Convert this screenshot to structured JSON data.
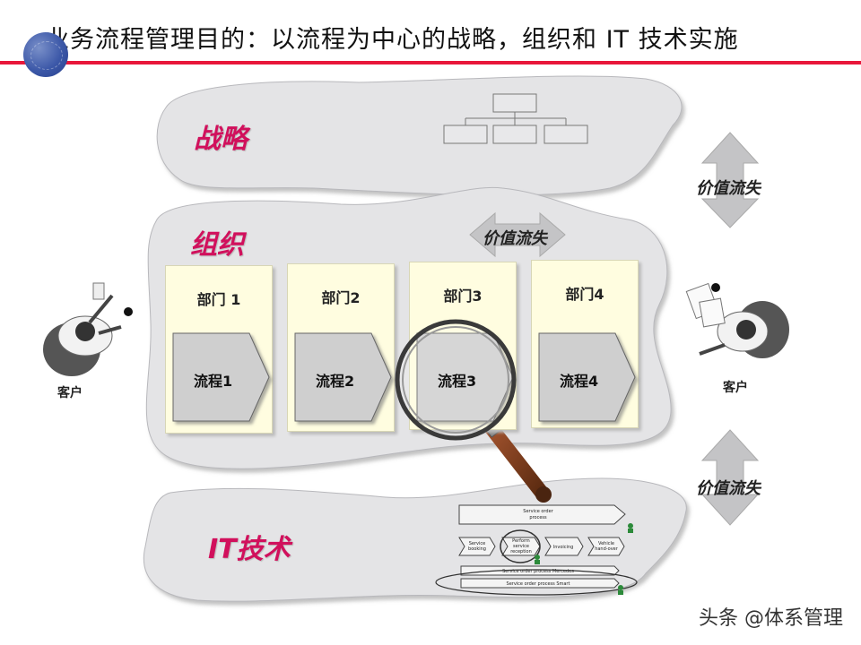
{
  "title": "业务流程管理目的：以流程为中心的战略，组织和 IT 技术实施",
  "layers": {
    "strategy": "战略",
    "organization": "组织",
    "it": "IT技术"
  },
  "value_loss": {
    "top_right": "价值流失",
    "org_arrow": "价值流失",
    "bottom_right": "价值流失"
  },
  "departments": [
    {
      "name": "部门 1",
      "process": "流程1"
    },
    {
      "name": "部门2",
      "process": "流程2"
    },
    {
      "name": "部门3",
      "process": "流程3"
    },
    {
      "name": "部门4",
      "process": "流程4"
    }
  ],
  "customers": {
    "left": "客户",
    "right": "客户"
  },
  "it_diagram": {
    "header": "Service order process",
    "steps": [
      "Service booking",
      "Perform service reception",
      "Invoicing",
      "Vehicle hand-over"
    ],
    "bar1": "Service order process Mercedes",
    "bar2": "Service order process Smart"
  },
  "watermark": "头条 @体系管理",
  "colors": {
    "accent_red": "#e8173a",
    "label_magenta": "#d1105c",
    "cloud_gray": "#e4e4e6",
    "dept_yellow": "#fffde0",
    "process_gray": "#cfcfcf"
  }
}
